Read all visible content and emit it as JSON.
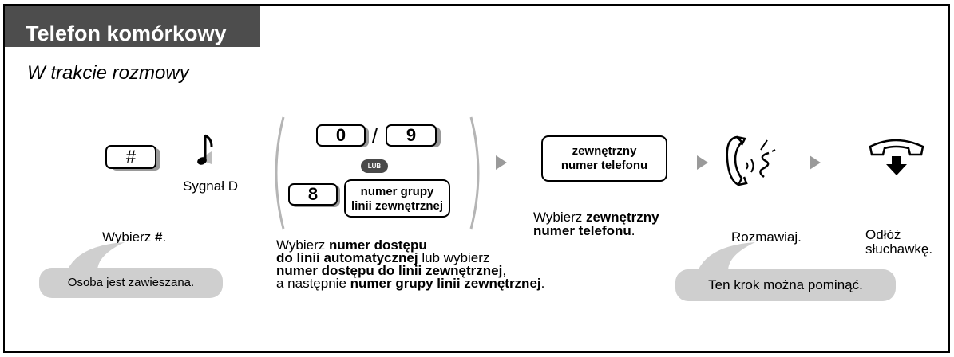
{
  "header": {
    "title": "Telefon komórkowy"
  },
  "subtitle": "W trakcie rozmowy",
  "step1": {
    "key": "#",
    "tone": "Sygnał D",
    "caption_pre": "Wybierz ",
    "caption_bold": "#",
    "caption_post": ".",
    "callout": "Osoba jest zawieszana."
  },
  "step2": {
    "key_a": "0",
    "separator": "/",
    "key_b": "9",
    "or_badge": "LUB",
    "key_c": "8",
    "group_key_line1": "numer grupy",
    "group_key_line2": "linii zewnętrznej",
    "cap_l1_pre": "Wybierz ",
    "cap_l1_bold": "numer dostępu",
    "cap_l2_bold": "do linii automatycznej",
    "cap_l2_post": " lub wybierz",
    "cap_l3_bold": "numer dostępu do linii zewnętrznej",
    "cap_l3_post": ",",
    "cap_l4_pre": "a następnie ",
    "cap_l4_bold": "numer grupy linii zewnętrznej",
    "cap_l4_post": "."
  },
  "step3": {
    "key_line1": "zewnętrzny",
    "key_line2": "numer telefonu",
    "cap_l1_pre": "Wybierz ",
    "cap_l1_bold": "zewnętrzny",
    "cap_l2_bold": "numer telefonu",
    "cap_l2_post": "."
  },
  "step4": {
    "caption": "Rozmawiaj.",
    "callout": "Ten krok można pominąć."
  },
  "step5": {
    "cap_l1": "Odłóż",
    "cap_l2": "słuchawkę."
  },
  "icons": [
    "music-note-icon",
    "talking-handset-icon",
    "hang-up-handset-icon",
    "arrow-right-icon"
  ],
  "colors": {
    "title_bg": "#4d4d4d",
    "callout_bg": "#cfcfcf",
    "key_shadow": "#9a9a9a",
    "badge_bg": "#4a4a4a"
  }
}
